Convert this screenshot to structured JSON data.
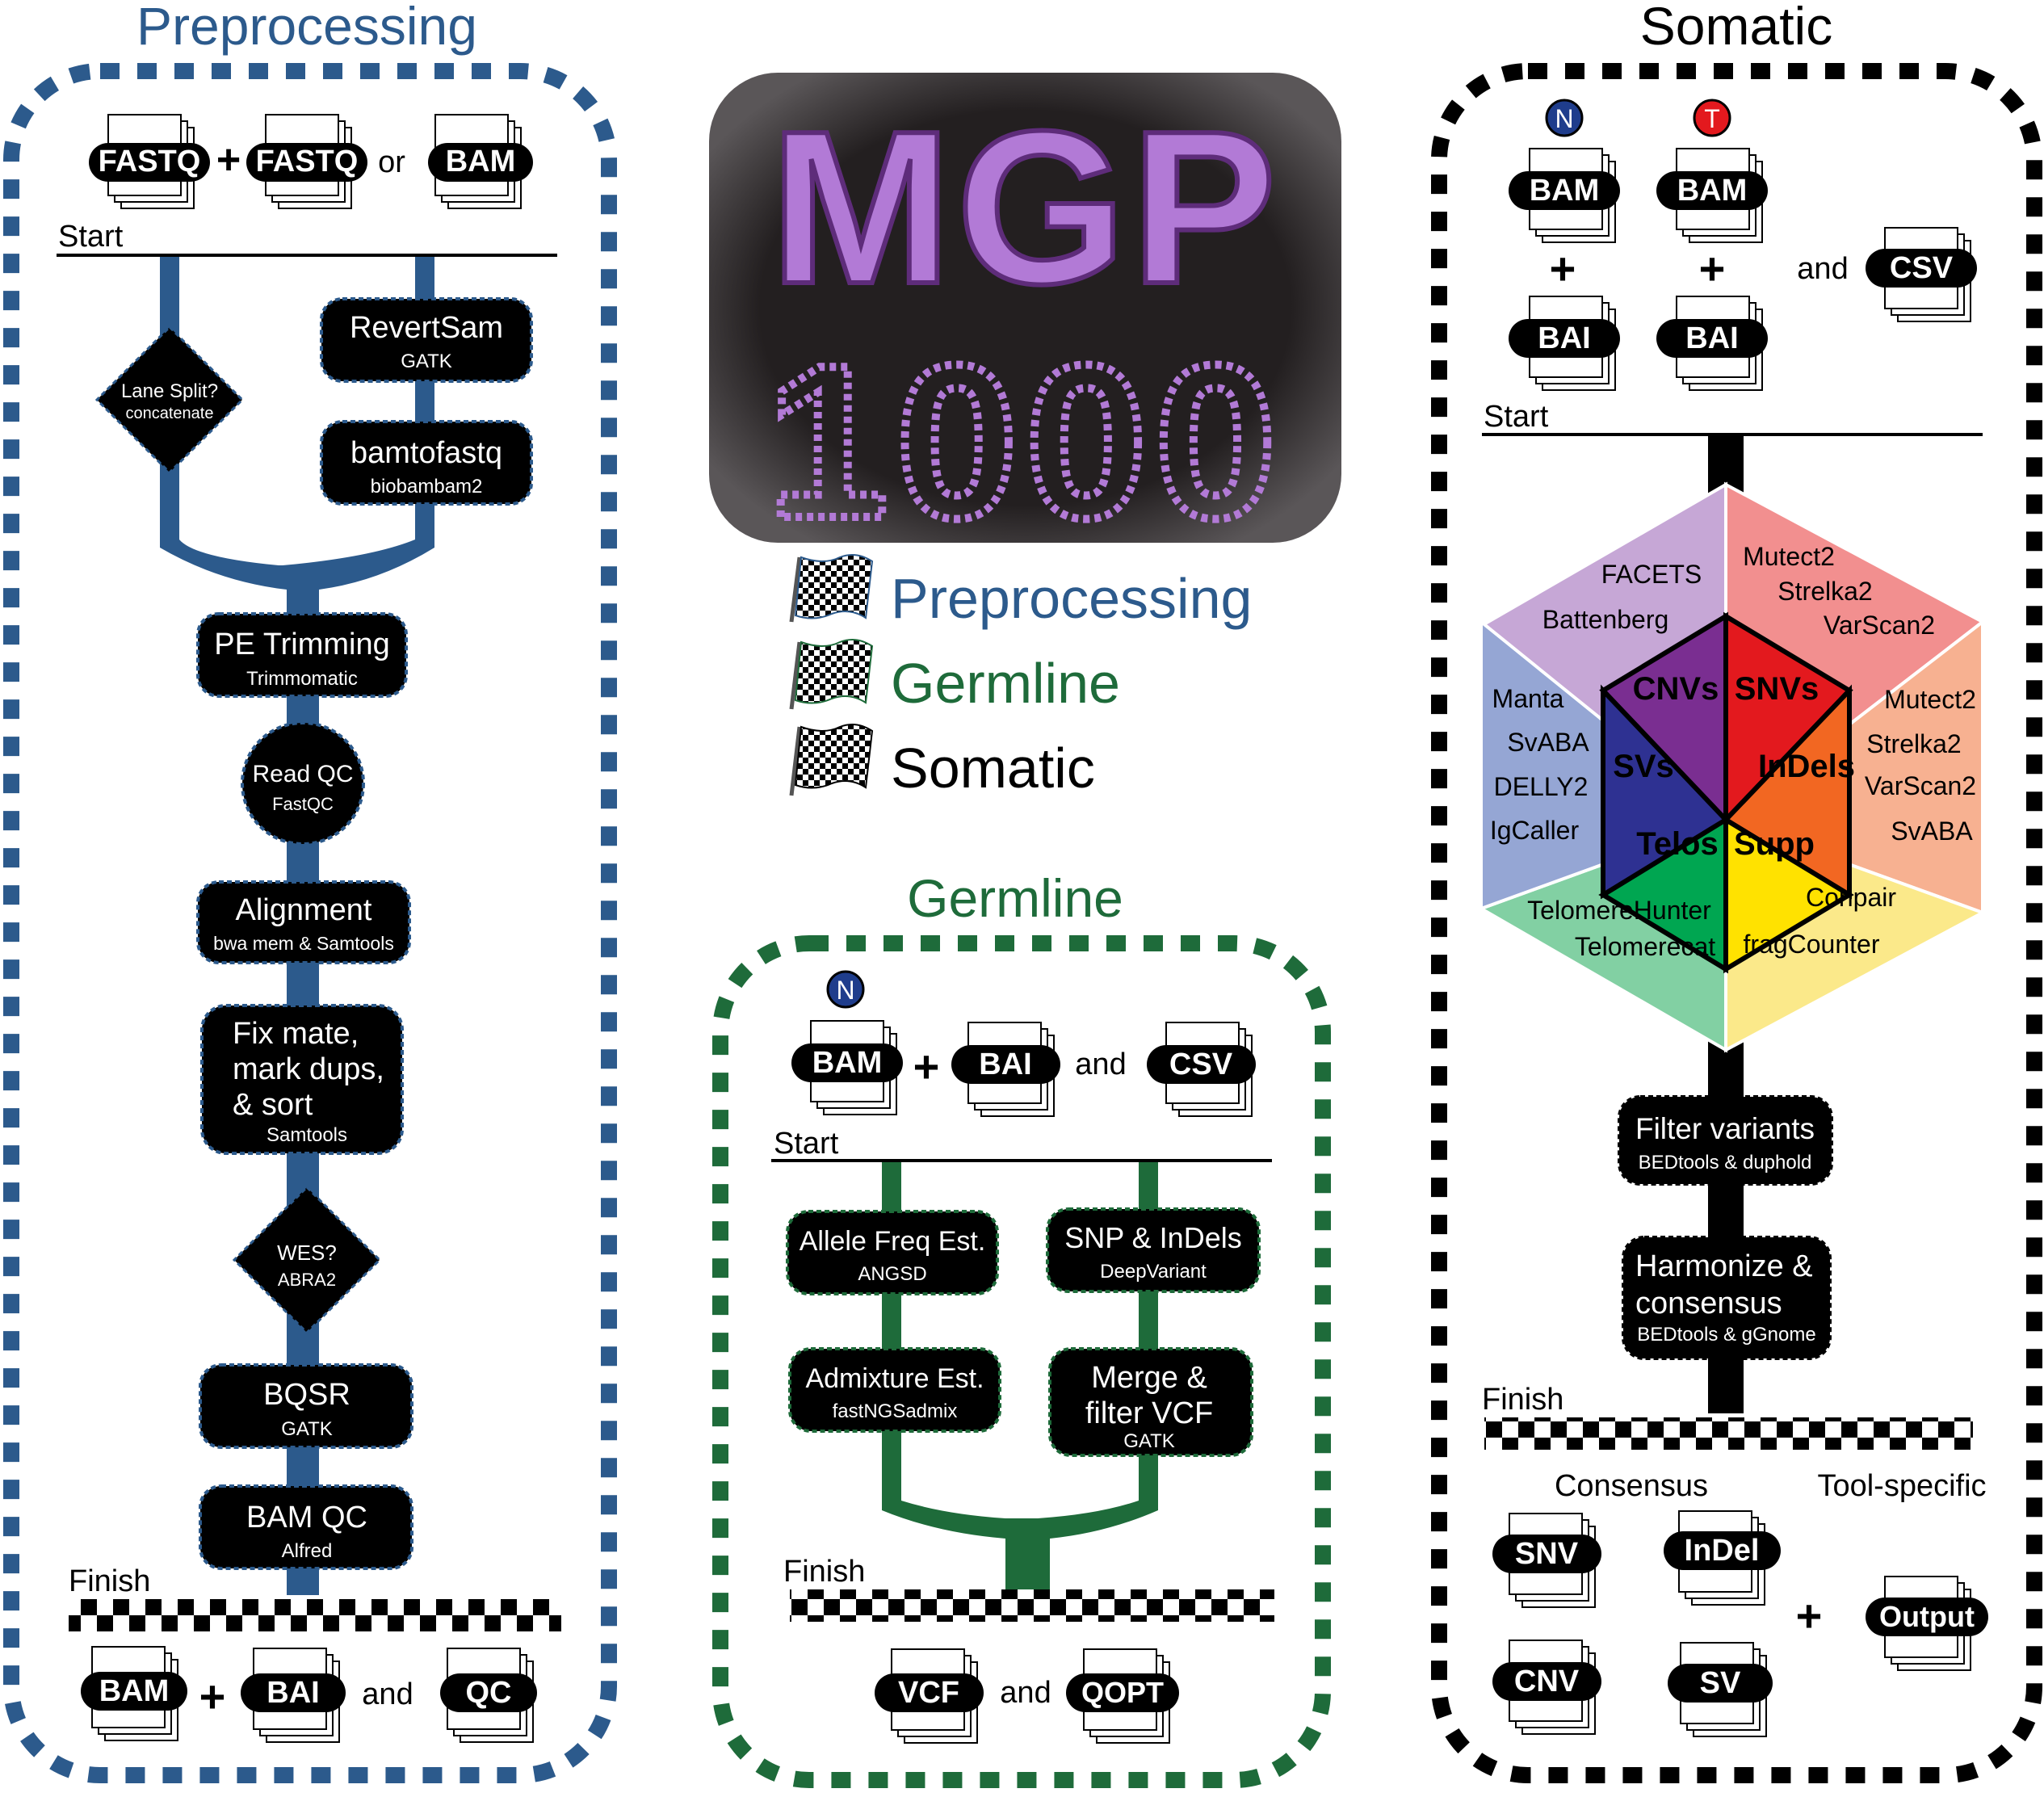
{
  "colors": {
    "preprocessing": "#2c5a8c",
    "germline": "#1e6b3a",
    "somatic": "#000000",
    "logo_bg": "#231f20",
    "logo_text": "#b27ad6"
  },
  "logo": {
    "line1": "MGP",
    "line2": "1000"
  },
  "legend": {
    "preprocessing": "Preprocessing",
    "germline": "Germline",
    "somatic": "Somatic"
  },
  "preprocessing": {
    "title": "Preprocessing",
    "inputs": [
      "FASTQ",
      "+",
      "FASTQ",
      "or",
      "BAM"
    ],
    "start": "Start",
    "finish": "Finish",
    "decision_lane": {
      "title": "Lane Split?",
      "sub": "concatenate"
    },
    "revertsam": {
      "title": "RevertSam",
      "sub": "GATK"
    },
    "bamtofastq": {
      "title": "bamtofastq",
      "sub": "biobambam2"
    },
    "trimming": {
      "title": "PE Trimming",
      "sub": "Trimmomatic"
    },
    "readqc": {
      "title": "Read QC",
      "sub": "FastQC"
    },
    "alignment": {
      "title": "Alignment",
      "sub": "bwa mem & Samtools"
    },
    "fixmate": {
      "lines": [
        "Fix mate,",
        "mark dups,",
        "& sort"
      ],
      "sub": "Samtools"
    },
    "decision_wes": {
      "title": "WES?",
      "sub": "ABRA2"
    },
    "bqsr": {
      "title": "BQSR",
      "sub": "GATK"
    },
    "bamqc": {
      "title": "BAM QC",
      "sub": "Alfred"
    },
    "outputs": [
      "BAM",
      "+",
      "BAI",
      "and",
      "QC"
    ]
  },
  "germline": {
    "title": "Germline",
    "normal_badge": "N",
    "inputs": [
      "BAM",
      "+",
      "BAI",
      "and",
      "CSV"
    ],
    "start": "Start",
    "finish": "Finish",
    "allele": {
      "title": "Allele Freq Est.",
      "sub": "ANGSD"
    },
    "snp": {
      "title": "SNP & InDels",
      "sub": "DeepVariant"
    },
    "admixture": {
      "title": "Admixture Est.",
      "sub": "fastNGSadmix"
    },
    "merge": {
      "lines": [
        "Merge &",
        "filter VCF"
      ],
      "sub": "GATK"
    },
    "outputs": [
      "VCF",
      "and",
      "QOPT"
    ]
  },
  "somatic": {
    "title": "Somatic",
    "normal_badge": "N",
    "tumor_badge": "T",
    "inputs": {
      "bam": "BAM",
      "bai": "BAI",
      "plus": "+",
      "and": "and",
      "csv": "CSV"
    },
    "start": "Start",
    "finish": "Finish",
    "hexagon": {
      "inner": [
        "CNVs",
        "SNVs",
        "InDels",
        "Supp",
        "Telos",
        "SVs"
      ],
      "cnv_tools": [
        "FACETS",
        "Battenberg"
      ],
      "snv_tools": [
        "Mutect2",
        "Strelka2",
        "VarScan2"
      ],
      "indel_tools": [
        "Mutect2",
        "Strelka2",
        "VarScan2",
        "SvABA"
      ],
      "supp_tools": [
        "Conpair",
        "fragCounter"
      ],
      "telo_tools": [
        "TelomereHunter",
        "Telomerecat"
      ],
      "sv_tools": [
        "Manta",
        "SvABA",
        "DELLY2",
        "IgCaller"
      ],
      "outer_colors": [
        "#c6a7d6",
        "#f28f8f",
        "#f7b191",
        "#fbe98a",
        "#82d0a3",
        "#95a6d4"
      ],
      "inner_colors": [
        "#7a2e91",
        "#e3191e",
        "#f26722",
        "#ffe200",
        "#00a651",
        "#2e3192"
      ]
    },
    "filter": {
      "title": "Filter variants",
      "sub": "BEDtools & duphold"
    },
    "harmonize": {
      "lines": [
        "Harmonize &",
        "consensus"
      ],
      "sub": "BEDtools & gGnome"
    },
    "consensus_label": "Consensus",
    "toolspecific_label": "Tool-specific",
    "outputs": {
      "snv": "SNV",
      "indel": "InDel",
      "cnv": "CNV",
      "sv": "SV",
      "plus": "+",
      "output": "Output"
    }
  }
}
